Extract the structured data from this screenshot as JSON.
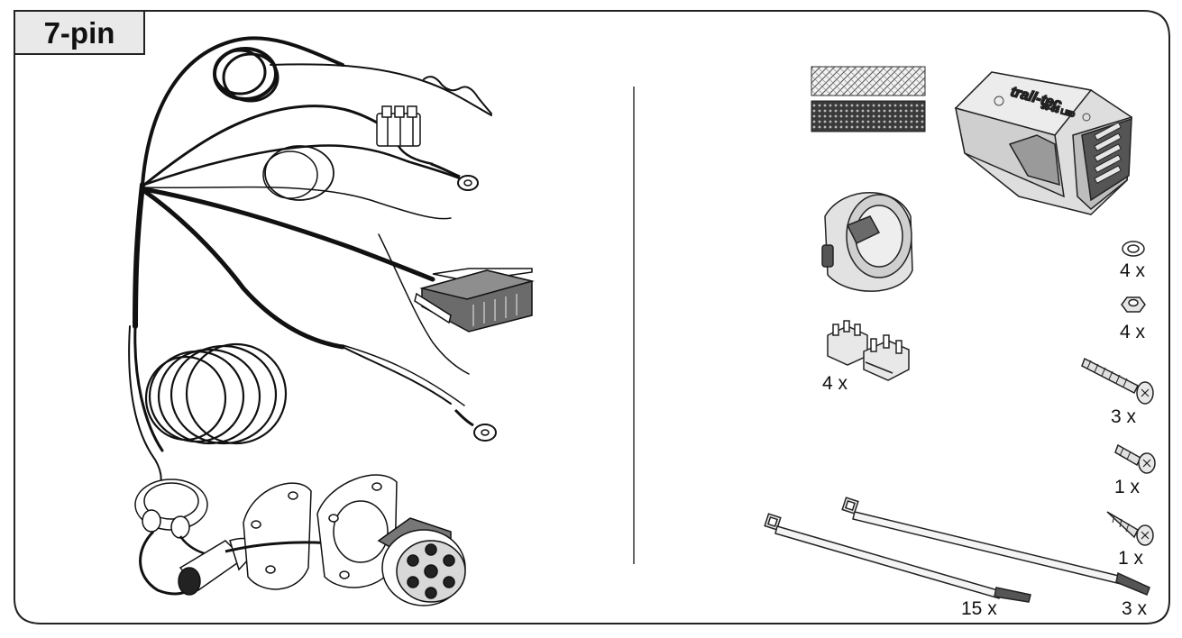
{
  "title": "7-pin",
  "module": {
    "brand": "trail-tec",
    "model": "30-03 LED"
  },
  "quantities": {
    "ring_washer": "4 x",
    "nut": "4 x",
    "scotch_lock": "4 x",
    "long_screw": "3 x",
    "short_screw": "1 x",
    "tapping_screw": "1 x",
    "short_cable_tie": "15 x",
    "long_cable_tie": "3 x"
  },
  "colors": {
    "line": "#111111",
    "frame": "#222222",
    "module_body": "#dedede",
    "module_dark": "#9a9a9a",
    "connector_gray": "#6b6b6b"
  }
}
